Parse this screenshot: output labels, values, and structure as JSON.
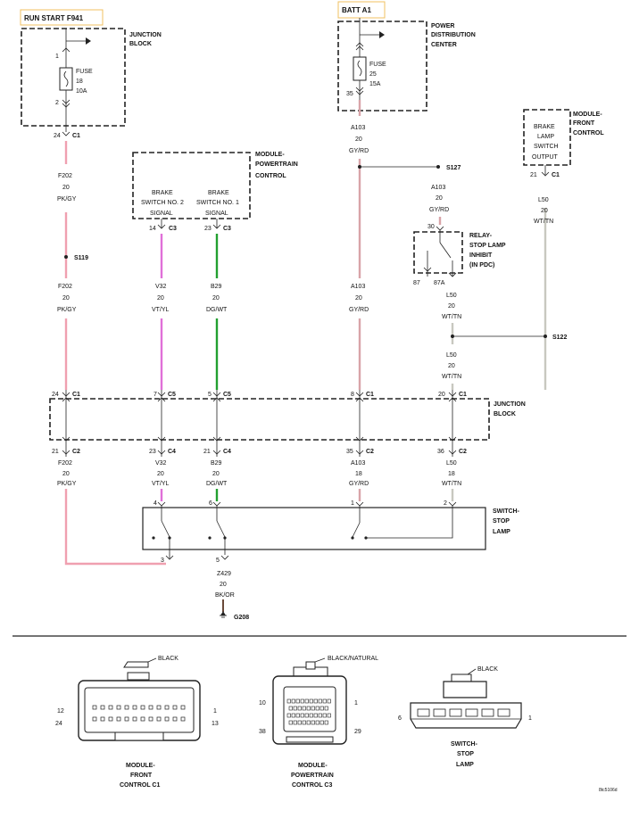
{
  "sources": {
    "run_start": "RUN START F941",
    "batt": "BATT A1"
  },
  "junction_block_top": {
    "title1": "JUNCTION",
    "title2": "BLOCK",
    "pin1": "1",
    "pin2": "2",
    "fuse": "FUSE",
    "fuse_no": "18",
    "fuse_amp": "10A",
    "conn_pin": "24",
    "conn": "C1"
  },
  "pdc": {
    "title1": "POWER",
    "title2": "DISTRIBUTION",
    "title3": "CENTER",
    "fuse": "FUSE",
    "fuse_no": "25",
    "fuse_amp": "15A",
    "pin": "35"
  },
  "module_front_top": {
    "t1": "MODULE-",
    "t2": "FRONT",
    "t3": "CONTROL",
    "s1": "BRAKE",
    "s2": "LAMP",
    "s3": "SWITCH",
    "s4": "OUTPUT",
    "pin": "21",
    "conn": "C1"
  },
  "pcm": {
    "t1": "MODULE-",
    "t2": "POWERTRAIN",
    "t3": "CONTROL",
    "a1": "BRAKE",
    "a2": "SWITCH NO. 2",
    "a3": "SIGNAL",
    "b1": "BRAKE",
    "b2": "SWITCH NO. 1",
    "b3": "SIGNAL",
    "pin_a": "14",
    "conn_a": "C3",
    "pin_b": "23",
    "conn_b": "C3"
  },
  "relay": {
    "t1": "RELAY-",
    "t2": "STOP LAMP",
    "t3": "INHIBIT",
    "t4": "(IN PDC)",
    "p30": "30",
    "p87": "87",
    "p87a": "87A"
  },
  "splices": {
    "s119": "S119",
    "s127": "S127",
    "s122": "S122"
  },
  "wires": {
    "f202_a": [
      "F202",
      "20",
      "PK/GY"
    ],
    "f202_b": [
      "F202",
      "20",
      "PK/GY"
    ],
    "f202_c": [
      "F202",
      "20",
      "PK/GY"
    ],
    "v32_a": [
      "V32",
      "20",
      "VT/YL"
    ],
    "v32_b": [
      "V32",
      "20",
      "VT/YL"
    ],
    "b29_a": [
      "B29",
      "20",
      "DG/WT"
    ],
    "b29_b": [
      "B29",
      "20",
      "DG/WT"
    ],
    "a103_a": [
      "A103",
      "20",
      "GY/RD"
    ],
    "a103_b": [
      "A103",
      "20",
      "GY/RD"
    ],
    "a103_c": [
      "A103",
      "20",
      "GY/RD"
    ],
    "a103_d": [
      "A103",
      "18",
      "GY/RD"
    ],
    "l50_a": [
      "L50",
      "20",
      "WT/TN"
    ],
    "l50_b": [
      "L50",
      "20",
      "WT/TN"
    ],
    "l50_c": [
      "L50",
      "20",
      "WT/TN"
    ],
    "l50_d": [
      "L50",
      "18",
      "WT/TN"
    ],
    "z429": [
      "Z429",
      "20",
      "BK/OR"
    ]
  },
  "junction_block_mid": {
    "t1": "JUNCTION",
    "t2": "BLOCK",
    "in": [
      [
        "24",
        "C1"
      ],
      [
        "7",
        "C5"
      ],
      [
        "5",
        "C5"
      ],
      [
        "8",
        "C1"
      ],
      [
        "20",
        "C1"
      ]
    ],
    "out": [
      [
        "21",
        "C2"
      ],
      [
        "23",
        "C4"
      ],
      [
        "21",
        "C4"
      ],
      [
        "35",
        "C2"
      ],
      [
        "36",
        "C2"
      ]
    ]
  },
  "switch": {
    "t1": "SWITCH-",
    "t2": "STOP",
    "t3": "LAMP",
    "p4": "4",
    "p6": "6",
    "p1": "1",
    "p2": "2",
    "p3": "3",
    "p5": "5"
  },
  "ground": "G208",
  "connectors": {
    "fcm": {
      "color": "BLACK",
      "p12": "12",
      "p1": "1",
      "p24": "24",
      "p13": "13",
      "n1": "MODULE-",
      "n2": "FRONT",
      "n3": "CONTROL C1"
    },
    "pcm": {
      "color": "BLACK/NATURAL",
      "p10": "10",
      "p1": "1",
      "p38": "38",
      "p29": "29",
      "n1": "MODULE-",
      "n2": "POWERTRAIN",
      "n3": "CONTROL C3"
    },
    "sw": {
      "color": "BLACK",
      "p6": "6",
      "p1": "1",
      "n1": "SWITCH-",
      "n2": "STOP",
      "n3": "LAMP"
    }
  },
  "figure_id": "8tc5106d"
}
